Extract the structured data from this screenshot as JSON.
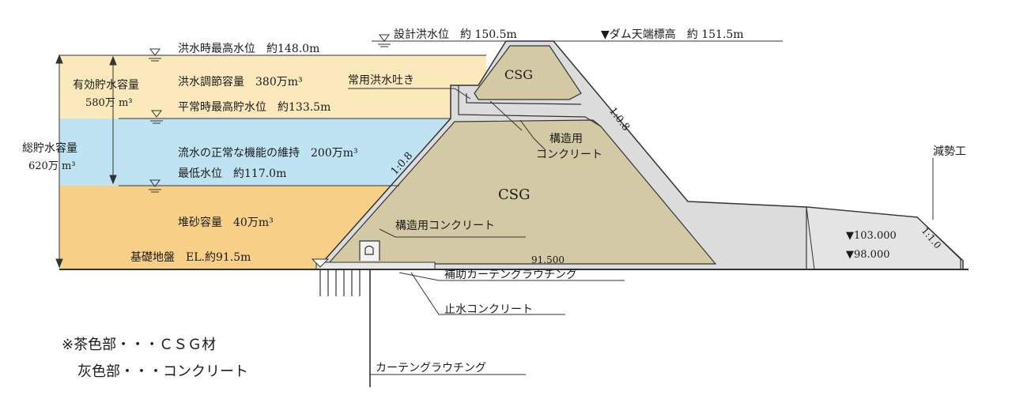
{
  "levels": {
    "design_flood": "設計洪水位　約 150.5m",
    "crest": "▼ダム天端標高　約 151.5m",
    "flood_max": "洪水時最高水位　約148.0m",
    "normal_max": "平常時最高貯水位　約133.5m",
    "min_level": "最低水位　約117.0m",
    "foundation": "基礎地盤　EL.約91.5m"
  },
  "capacities": {
    "effective_label": "有効貯水容量",
    "effective_value": "580万 m³",
    "total_label": "総貯水容量",
    "total_value": "620万 m³",
    "flood_control": "洪水調節容量　380万m³",
    "maintenance": "流水の正常な機能の維持　200万m³",
    "sediment": "堆砂容量　40万m³"
  },
  "dam": {
    "spillway": "常用洪水吐き",
    "csg_top": "CSG",
    "csg_main": "CSG",
    "structural_concrete_a": "構造用",
    "structural_concrete_b": "コンクリート",
    "structural_concrete_inline": "構造用コンクリート",
    "slope_upstream": "1:0.8",
    "slope_downstream": "1:0.8",
    "slope_stilling": "1:1.0",
    "base_elevation": "91.500",
    "stilling_basin": "減勢工",
    "elev_103": "▼103.000",
    "elev_98": "▼98.000"
  },
  "foundation_works": {
    "auxiliary_grouting": "補助カーテングラウチング",
    "cutoff_concrete": "止水コンクリート",
    "curtain_grouting": "カーテングラウチング"
  },
  "legend": {
    "brown": "※茶色部・・・ＣＳＧ材",
    "gray": "灰色部・・・コンクリート"
  },
  "colors": {
    "flood_zone": "#fbe9bc",
    "water_zone": "#bfe3f3",
    "sediment_zone": "#f7cf86",
    "csg": "#d4c9a5",
    "concrete": "#dcdcdc"
  }
}
